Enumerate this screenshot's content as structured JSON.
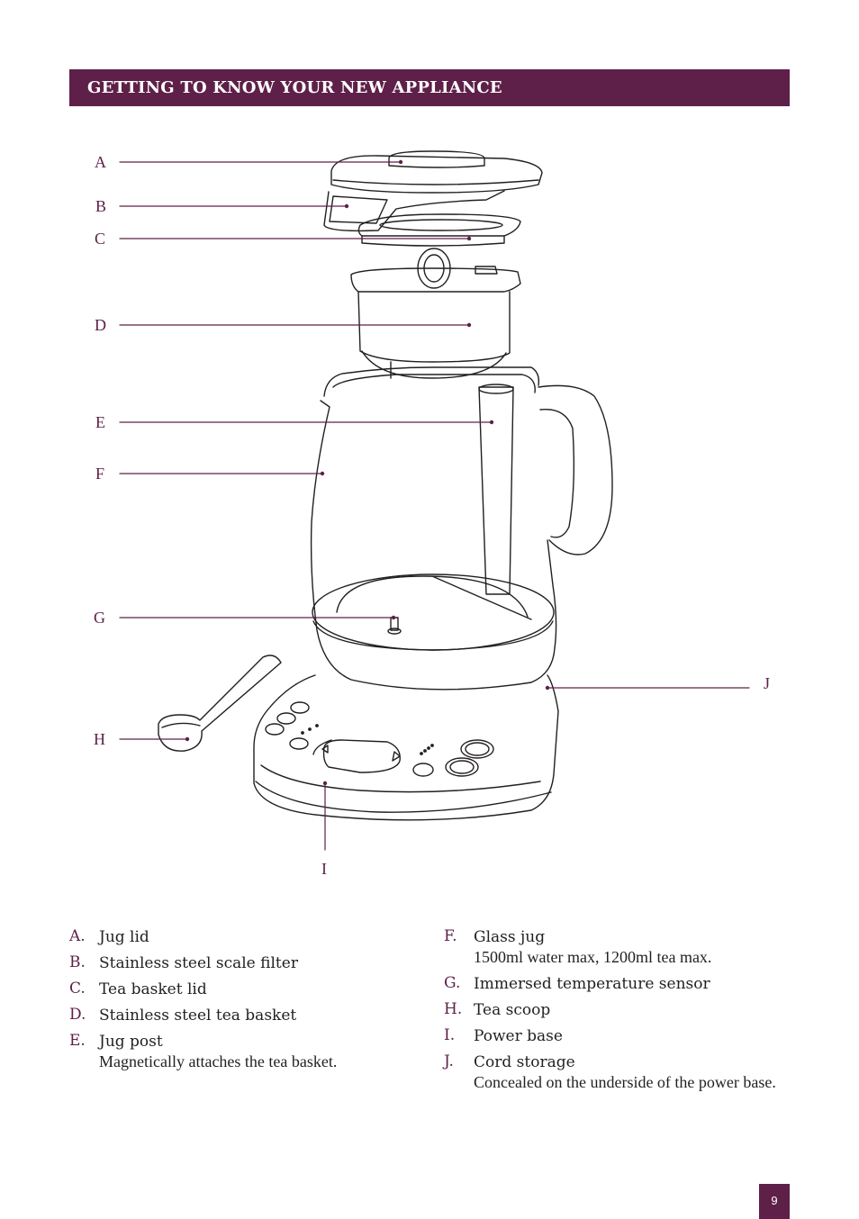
{
  "header": {
    "title": "GETTING TO KNOW YOUR NEW APPLIANCE"
  },
  "colors": {
    "accent": "#5e2048",
    "text": "#231f20"
  },
  "diagram": {
    "callouts": [
      "A",
      "B",
      "C",
      "D",
      "E",
      "F",
      "G",
      "H",
      "I",
      "J"
    ]
  },
  "parts": {
    "left": [
      {
        "letter": "A.",
        "name": "Jug lid",
        "note": ""
      },
      {
        "letter": "B.",
        "name": "Stainless steel scale filter",
        "note": ""
      },
      {
        "letter": "C.",
        "name": "Tea basket lid",
        "note": ""
      },
      {
        "letter": "D.",
        "name": "Stainless steel tea basket",
        "note": ""
      },
      {
        "letter": "E.",
        "name": "Jug post",
        "note": "Magnetically attaches the tea basket."
      }
    ],
    "right": [
      {
        "letter": "F.",
        "name": "Glass jug",
        "note": "1500ml water max, 1200ml tea max."
      },
      {
        "letter": "G.",
        "name": "Immersed temperature sensor",
        "note": ""
      },
      {
        "letter": "H.",
        "name": "Tea scoop",
        "note": ""
      },
      {
        "letter": "I.",
        "name": "Power base",
        "note": ""
      },
      {
        "letter": "J.",
        "name": "Cord storage",
        "note": "Concealed on the underside of the power base."
      }
    ]
  },
  "page": {
    "number": "9"
  }
}
